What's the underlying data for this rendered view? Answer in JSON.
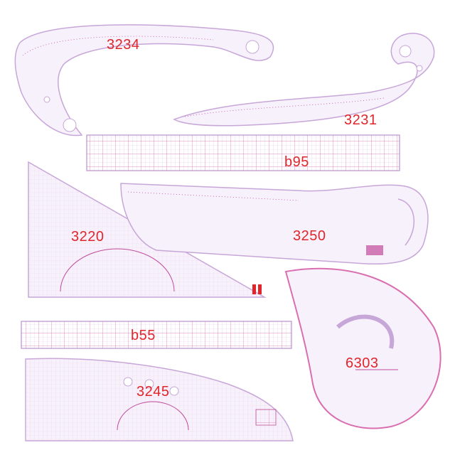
{
  "image": {
    "background": "#ffffff",
    "ruler_stroke": "#c9a7d6",
    "ruler_fill": "#f6f0fa",
    "tick_color": "#c04a9a",
    "label_color": "#e0252b"
  },
  "rulers": [
    {
      "code": "3234",
      "shape": "french-curve-hook"
    },
    {
      "code": "3231",
      "shape": "french-curve-long"
    },
    {
      "code": "b95",
      "shape": "straight-ruler"
    },
    {
      "code": "3220",
      "shape": "triangle-ruler"
    },
    {
      "code": "3250",
      "shape": "hip-curve-ruler"
    },
    {
      "code": "6303",
      "shape": "teardrop-curve"
    },
    {
      "code": "b55",
      "shape": "straight-ruler"
    },
    {
      "code": "3245",
      "shape": "skirt-ruler"
    }
  ]
}
